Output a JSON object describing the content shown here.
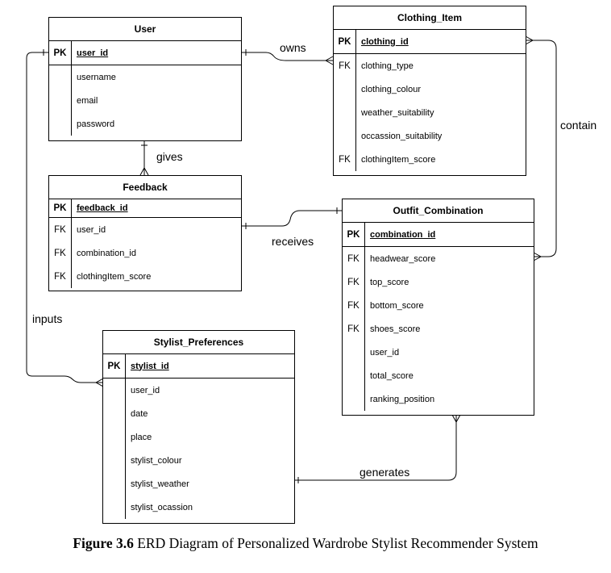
{
  "entities": {
    "user": {
      "title": "User",
      "pk": {
        "key": "PK",
        "field": "user_id"
      },
      "rows": [
        {
          "key": "",
          "field": "username"
        },
        {
          "key": "",
          "field": "email"
        },
        {
          "key": "",
          "field": "password"
        }
      ]
    },
    "clothing_item": {
      "title": "Clothing_Item",
      "pk": {
        "key": "PK",
        "field": "clothing_id"
      },
      "rows": [
        {
          "key": "FK",
          "field": "clothing_type"
        },
        {
          "key": "",
          "field": "clothing_colour"
        },
        {
          "key": "",
          "field": "weather_suitability"
        },
        {
          "key": "",
          "field": "occassion_suitability"
        },
        {
          "key": "FK",
          "field": "clothingItem_score"
        }
      ]
    },
    "feedback": {
      "title": "Feedback",
      "pk": {
        "key": "PK",
        "field": "feedback_id"
      },
      "rows": [
        {
          "key": "FK",
          "field": "user_id"
        },
        {
          "key": "FK",
          "field": "combination_id"
        },
        {
          "key": "FK",
          "field": "clothingItem_score"
        }
      ]
    },
    "outfit_combination": {
      "title": "Outfit_Combination",
      "pk": {
        "key": "PK",
        "field": "combination_id"
      },
      "rows": [
        {
          "key": "FK",
          "field": "headwear_score"
        },
        {
          "key": "FK",
          "field": "top_score"
        },
        {
          "key": "FK",
          "field": "bottom_score"
        },
        {
          "key": "FK",
          "field": "shoes_score"
        },
        {
          "key": "",
          "field": "user_id"
        },
        {
          "key": "",
          "field": "total_score"
        },
        {
          "key": "",
          "field": "ranking_position"
        }
      ]
    },
    "stylist_preferences": {
      "title": "Stylist_Preferences",
      "pk": {
        "key": "PK",
        "field": "stylist_id"
      },
      "rows": [
        {
          "key": "",
          "field": "user_id"
        },
        {
          "key": "",
          "field": "date"
        },
        {
          "key": "",
          "field": "place"
        },
        {
          "key": "",
          "field": "stylist_colour"
        },
        {
          "key": "",
          "field": "stylist_weather"
        },
        {
          "key": "",
          "field": "stylist_ocassion"
        }
      ]
    }
  },
  "relationships": {
    "owns": "owns",
    "gives": "gives",
    "contain": "contain",
    "receives": "receives",
    "inputs": "inputs",
    "generates": "generates"
  },
  "caption": {
    "label": "Figure 3.6",
    "text": " ERD Diagram of Personalized Wardrobe Stylist Recommender System"
  }
}
